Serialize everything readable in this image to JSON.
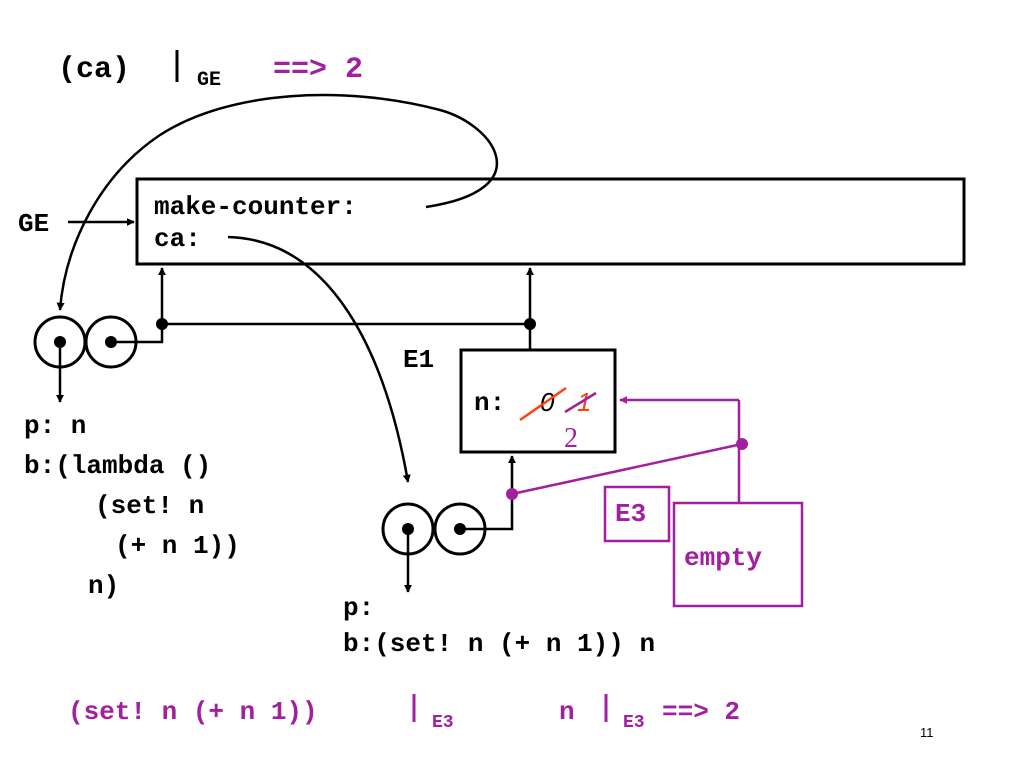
{
  "colors": {
    "ink": "#000000",
    "accent": "#a020a0",
    "strike": "#ff4010"
  },
  "title": {
    "expr": "(ca)",
    "bar": "|",
    "env": "GE",
    "result": "==> 2"
  },
  "global_frame": {
    "pointer_label": "GE",
    "bindings": [
      "make-counter:",
      "ca:"
    ]
  },
  "procedure_1": {
    "params": "p: n",
    "body": [
      "b:(lambda ()",
      "(set! n",
      "(+ n 1))",
      "n)"
    ]
  },
  "frame_e1": {
    "label": "E1",
    "var": "n:",
    "old_values": [
      "0",
      "1"
    ],
    "current_value": "2"
  },
  "procedure_2": {
    "params": "p:",
    "body": "b:(set! n (+ n 1)) n"
  },
  "frame_e3": {
    "label": "E3",
    "contents": "empty"
  },
  "footer": {
    "left_expr": "(set! n (+ n 1))",
    "left_bar": "|",
    "left_env": "E3",
    "right_expr": "n",
    "right_bar": "|",
    "right_env": "E3",
    "right_result": "==> 2"
  },
  "page_number": "11"
}
